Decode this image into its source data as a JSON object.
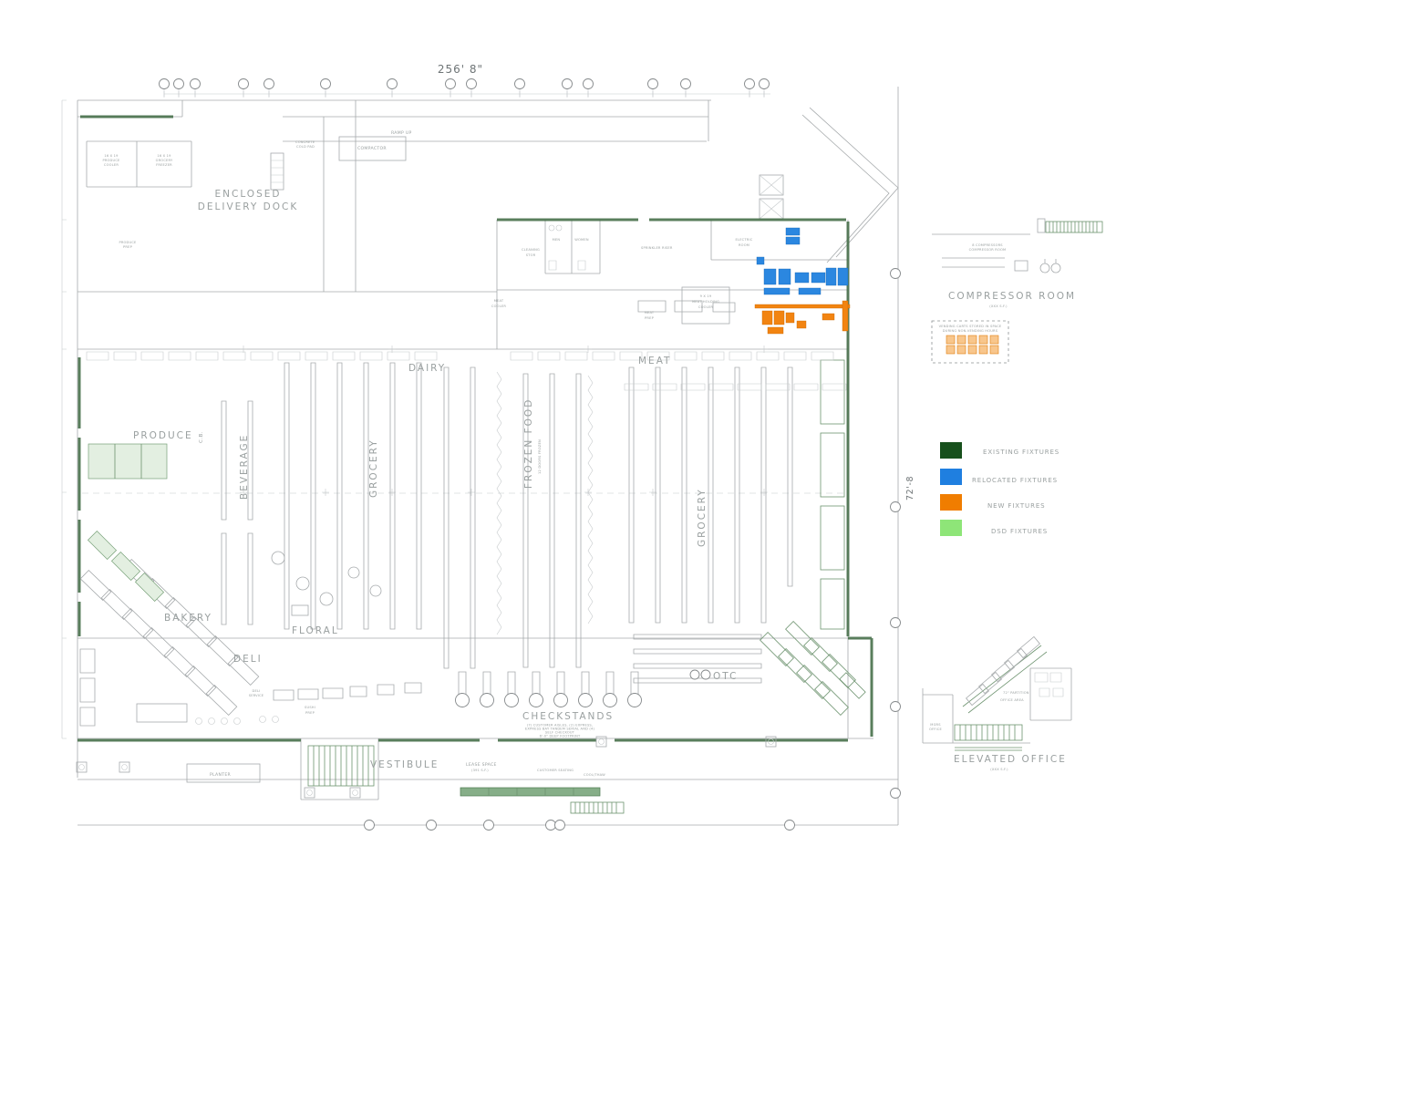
{
  "dims": {
    "top": "256' 8\"",
    "right": "72'-8"
  },
  "areas": {
    "enclosed_dock_1": "ENCLOSED",
    "enclosed_dock_2": "DELIVERY DOCK",
    "produce": "PRODUCE",
    "beverage": "BEVERAGE",
    "cb": "C.B.",
    "grocery_left": "GROCERY",
    "grocery_right": "GROCERY",
    "dairy": "DAIRY",
    "frozen_food": "FROZEN FOOD",
    "frozen_sub": "12 DOORS FROZEN",
    "meat": "MEAT",
    "bakery": "BAKERY",
    "floral": "FLORAL",
    "deli": "DELI",
    "otc": "OTC",
    "checkstands": "CHECKSTANDS",
    "vestibule": "VESTIBULE",
    "planter": "PLANTER"
  },
  "rooms": {
    "ramp_up": "RAMP UP",
    "compactor": "COMPACTOR",
    "concrete_1": "CONCRETE",
    "concrete_2": "COLD PAD",
    "produce_cooler_1": "16 X 19",
    "produce_cooler_2": "PRODUCE",
    "produce_cooler_3": "COOLER",
    "grocery_freezer_1": "16 X 19",
    "grocery_freezer_2": "GROCERY",
    "grocery_freezer_3": "FREEZER",
    "produce_prep_1": "PRODUCE",
    "produce_prep_2": "PREP",
    "electric_1": "ELECTRIC",
    "electric_2": "ROOM",
    "cleaning_1": "CLEANING",
    "cleaning_2": "STOR",
    "men": "MEN",
    "women": "WOMEN",
    "sprinkler": "SPRINKLER RISER",
    "meat_prep_1": "MEAT",
    "meat_prep_2": "PREP",
    "meat_cooler_1": "MEAT",
    "meat_cooler_2": "COOLER",
    "meat_holding_1": "9 X 19",
    "meat_holding_2": "MEAT HOLDING",
    "meat_holding_3": "COOLER",
    "deli_service_1": "DELI",
    "deli_service_2": "SERVICE",
    "sushi_1": "SUSHI",
    "sushi_2": "PREP",
    "lease_1": "LEASE SPACE",
    "lease_2": "(391 S.F.)",
    "seating": "CUSTOMER SEATING",
    "cool_thaw": "COOL/THAW"
  },
  "checkstand_notes": [
    "(7) CUSTOMER AISLES, (2) EXPRESS,",
    "EXPRESS BAY TANDEM SERIAL AND (4)",
    "SELF CHECKOUT",
    "6'-0\" DEEP FOOTPRINT"
  ],
  "note_box": {
    "line1": "VENDING CARTS STORED IN SPACE",
    "line2": "DURING NON-VENDING HOURS"
  },
  "compressor": {
    "small_1": "8 COMPRESSORS",
    "small_2": "COMPRESSOR ROOM",
    "title": "COMPRESSOR ROOM",
    "sub": "(XXX S.F.)"
  },
  "office": {
    "area": "OFFICE AREA",
    "partition": "72\" PARTITION",
    "mgrs_1": "MGRS",
    "mgrs_2": "OFFICE",
    "title": "ELEVATED OFFICE",
    "sub": "(XXX S.F.)"
  },
  "legend": {
    "items": [
      {
        "label": "EXISTING FIXTURES",
        "color": "#17501c",
        "text_color": "#9aa58c"
      },
      {
        "label": "RELOCATED FIXTURES",
        "color": "#1f7fe0",
        "text_color": "#2e86de"
      },
      {
        "label": "NEW FIXTURES",
        "color": "#f07d00",
        "text_color": "#e8821e"
      },
      {
        "label": "DSD FIXTURES",
        "color": "#8ee578",
        "text_color": "#a5e487"
      }
    ]
  }
}
